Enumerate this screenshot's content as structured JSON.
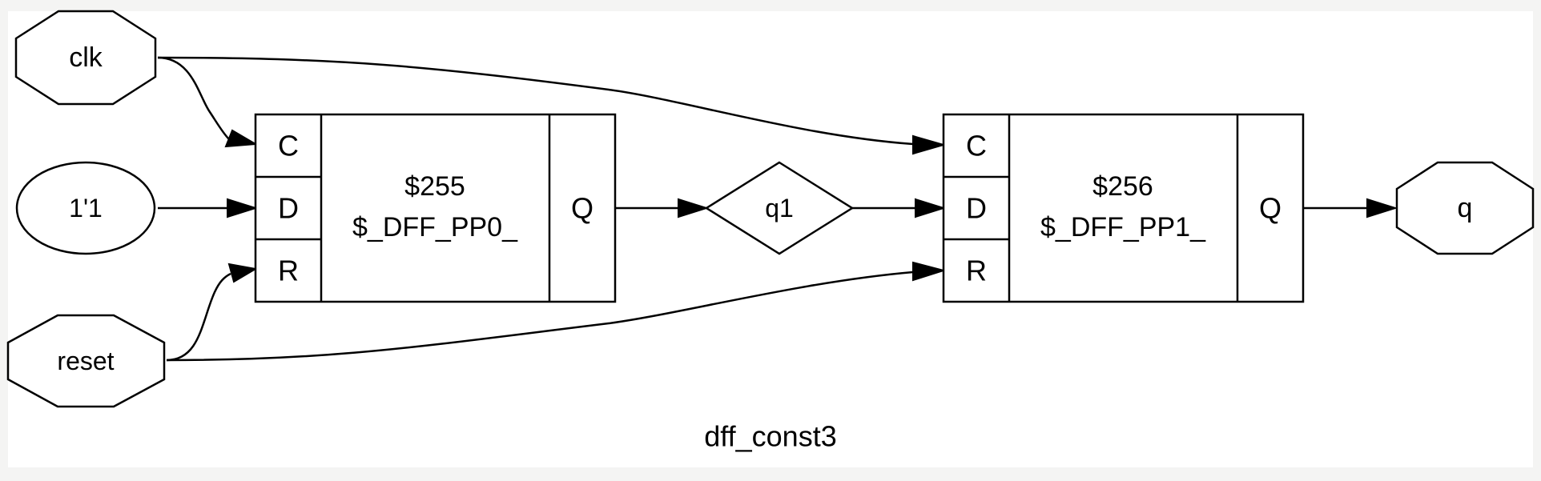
{
  "diagram": {
    "title": "dff_const3",
    "inputs": {
      "clk": "clk",
      "const": "1'1",
      "reset": "reset"
    },
    "outputs": {
      "q": "q"
    },
    "wire": {
      "q1": "q1"
    },
    "cells": [
      {
        "id": "$255",
        "type": "$_DFF_PP0_",
        "ports": {
          "c": "C",
          "d": "D",
          "r": "R",
          "q": "Q"
        }
      },
      {
        "id": "$256",
        "type": "$_DFF_PP1_",
        "ports": {
          "c": "C",
          "d": "D",
          "r": "R",
          "q": "Q"
        }
      }
    ]
  }
}
